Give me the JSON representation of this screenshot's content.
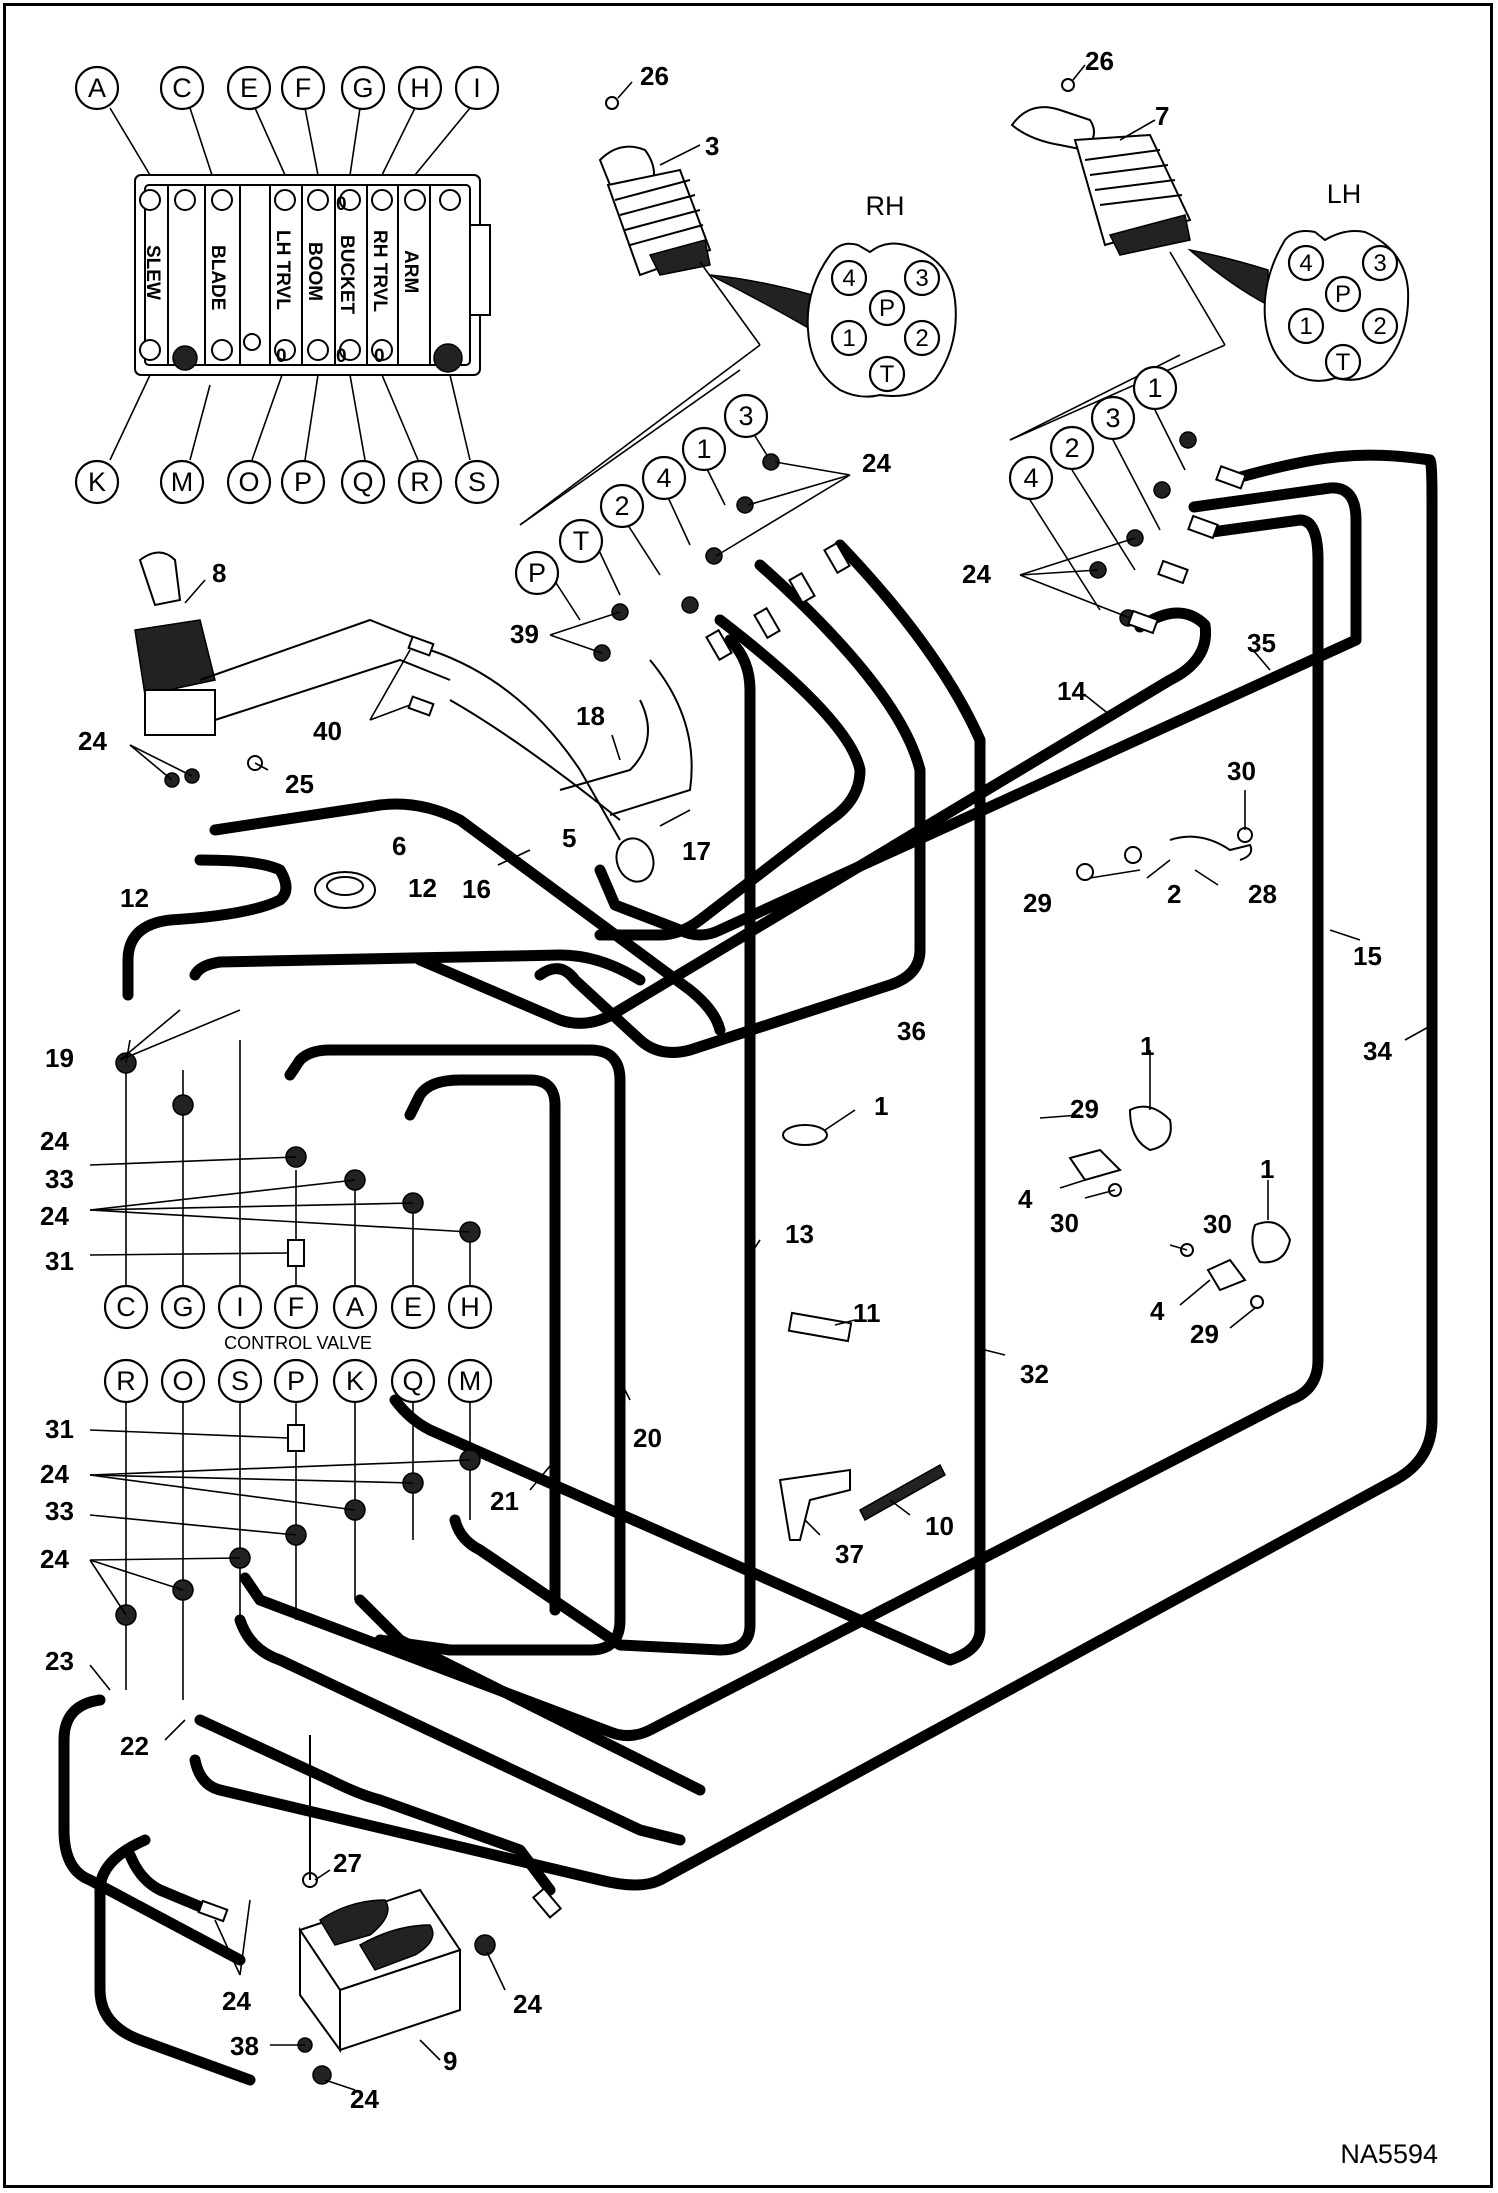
{
  "valve_top_labels": [
    "A",
    "C",
    "E",
    "F",
    "G",
    "H",
    "I"
  ],
  "valve_bottom_labels": [
    "K",
    "M",
    "O",
    "P",
    "Q",
    "R",
    "S"
  ],
  "valve_sections": [
    "SLEW",
    "BLADE",
    "LH TRVL",
    "BOOM",
    "BUCKET",
    "RH TRVL",
    "ARM"
  ],
  "valve_zero_marks": [
    "0",
    "0",
    "0",
    "0"
  ],
  "rh_title": "RH",
  "lh_title": "LH",
  "rh_ports": [
    "4",
    "3",
    "P",
    "1",
    "2",
    "T"
  ],
  "lh_ports": [
    "4",
    "3",
    "P",
    "1",
    "2",
    "T"
  ],
  "rh_hose_labels": [
    "P",
    "T",
    "2",
    "4",
    "1",
    "3"
  ],
  "lh_hose_labels": [
    "4",
    "2",
    "3",
    "1"
  ],
  "control_valve_row1": [
    "C",
    "G",
    "I",
    "F",
    "A",
    "E",
    "H"
  ],
  "control_valve_caption": "CONTROL VALVE",
  "control_valve_row2": [
    "R",
    "O",
    "S",
    "P",
    "K",
    "Q",
    "M"
  ],
  "drawing_code": "NA5594",
  "callouts": {
    "c26a": "26",
    "c3": "3",
    "c26b": "26",
    "c7": "7",
    "c24a": "24",
    "c24b": "24",
    "c8": "8",
    "c39": "39",
    "c40": "40",
    "c18": "18",
    "c24c": "24",
    "c25": "25",
    "c14": "14",
    "c35": "35",
    "c30a": "30",
    "c5": "5",
    "c17": "17",
    "c6": "6",
    "c16": "16",
    "c12a": "12",
    "c12b": "12",
    "c29a": "29",
    "c2": "2",
    "c28": "28",
    "c15": "15",
    "c19": "19",
    "c36": "36",
    "c34": "34",
    "c24d": "24",
    "c1a": "1",
    "c1b": "1",
    "c29b": "29",
    "c33a": "33",
    "c24e": "24",
    "c4a": "4",
    "c30b": "30",
    "c1c": "1",
    "c30c": "30",
    "c31a": "31",
    "c13": "13",
    "c11": "11",
    "c4b": "4",
    "c29c": "29",
    "c32": "32",
    "c20": "20",
    "c31b": "31",
    "c24f": "24",
    "c21": "21",
    "c33b": "33",
    "c10": "10",
    "c24g": "24",
    "c37": "37",
    "c23": "23",
    "c22": "22",
    "c27": "27",
    "c24h": "24",
    "c24i": "24",
    "c38": "38",
    "c9": "9",
    "c24j": "24"
  }
}
